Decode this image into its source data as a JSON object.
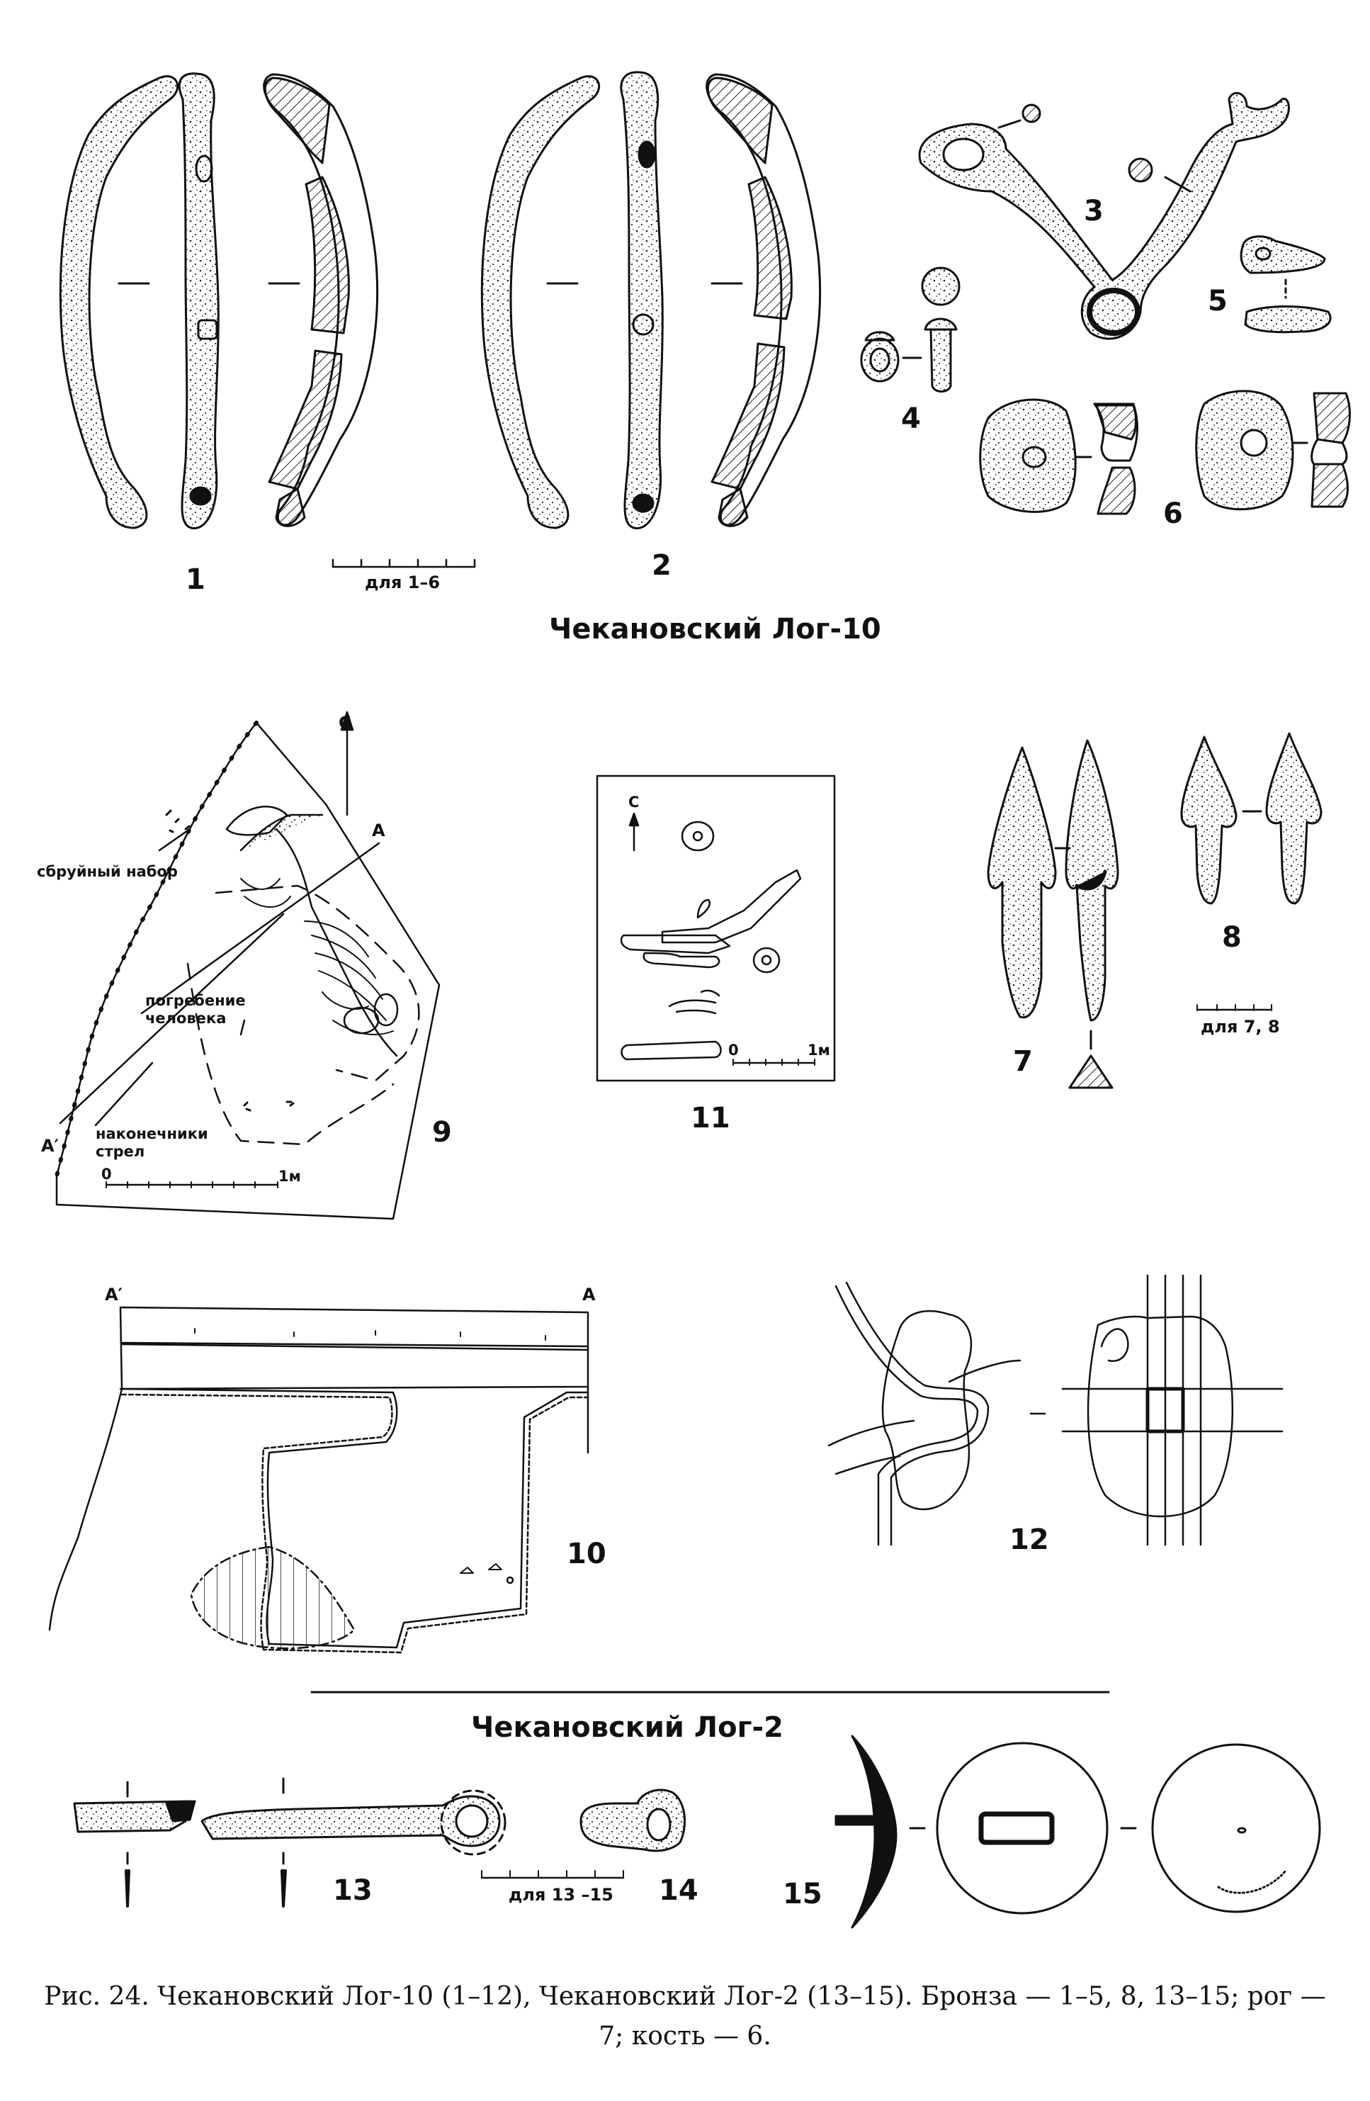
{
  "sites": {
    "upper": "Чекановский Лог-10",
    "lower": "Чекановский Лог-2"
  },
  "figure_numbers": [
    "1",
    "2",
    "3",
    "4",
    "5",
    "6",
    "7",
    "8",
    "9",
    "10",
    "11",
    "12",
    "13",
    "14",
    "15"
  ],
  "scales": {
    "s1_6": "для 1–6",
    "s7_8": "для 7, 8",
    "s13_15": "для 13 –15",
    "plan9_zero": "0",
    "plan9_one": "1м",
    "plan11_zero": "0",
    "plan11_one": "1м"
  },
  "plan9": {
    "north": "С",
    "point_a": "А",
    "point_a_prime": "А′",
    "harness": "сбруйный набор",
    "burial_line1": "погребение",
    "burial_line2": "человека",
    "arrow_line1": "наконечники",
    "arrow_line2": "стрел"
  },
  "plan11": {
    "north": "С"
  },
  "section10": {
    "point_a_prime": "А′",
    "point_a": "А"
  },
  "caption": "Рис. 24. Чекановский Лог-10 (1–12), Чекановский Лог-2 (13–15). Бронза — 1–5, 8, 13–15; рог — 7; кость — 6.",
  "colors": {
    "ink": "#111111",
    "paper": "#ffffff"
  }
}
